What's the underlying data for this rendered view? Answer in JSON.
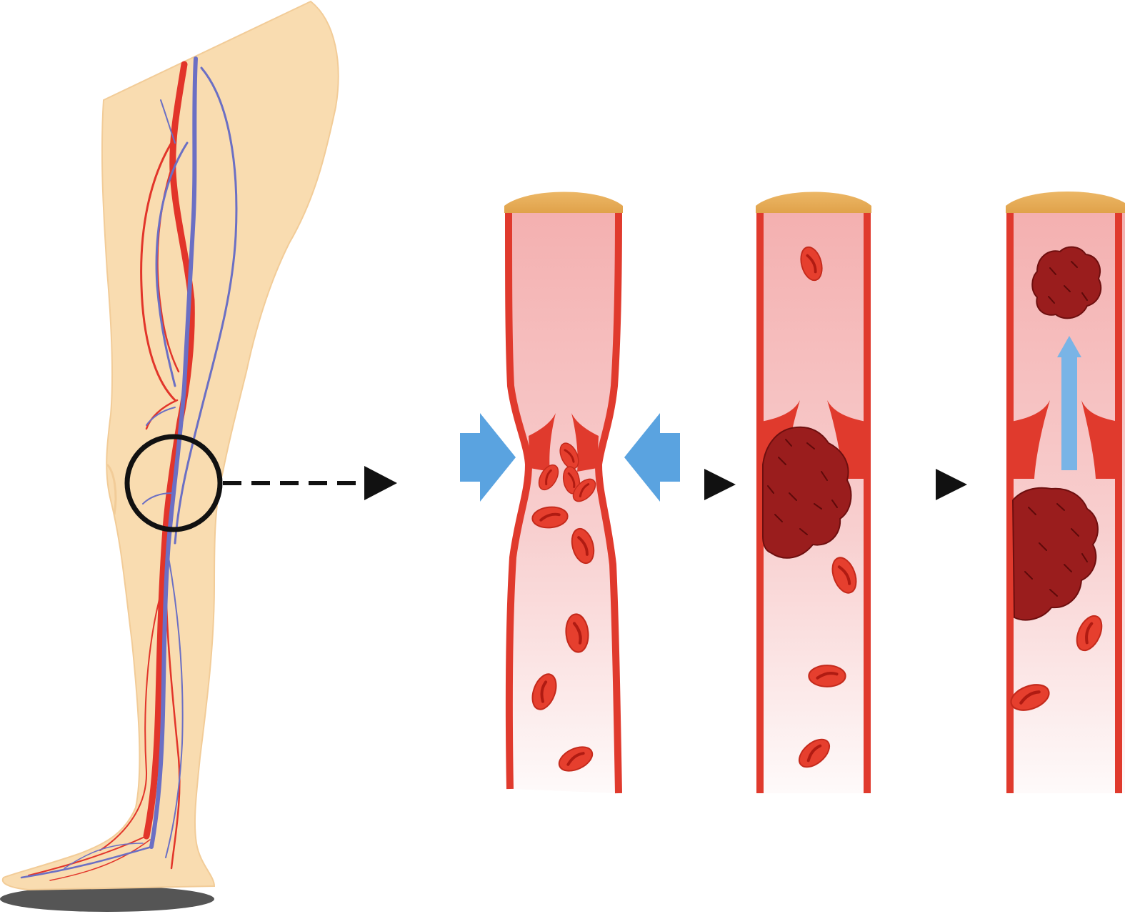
{
  "colors": {
    "background": "#ffffff",
    "skin": "#f9dcb0",
    "skin_outline": "#f3cf9f",
    "artery": "#e2352a",
    "vein": "#6b6fc4",
    "sole": "#555555",
    "vessel_wall": "#e03a2d",
    "vessel_inner_top": "#f4b3b3",
    "vessel_inner_bottom": "#fdf4f4",
    "vessel_cap": "#e8b35a",
    "rbc_fill": "#e8402f",
    "rbc_dark": "#b81e14",
    "clot": "#9a1d1d",
    "clot_dark": "#6e0f0f",
    "compression_arrow": "#5aa3e0",
    "flow_arrow": "#79b4e6",
    "pointer": "#1a1a1a",
    "magnifier_ring": "#111111"
  },
  "icons": [
    "leg-illustration",
    "magnifier-circle",
    "dashed-pointer-arrow",
    "compression-arrow",
    "step-arrow",
    "blood-clot",
    "red-blood-cell",
    "embolus-flow-arrow"
  ],
  "stages": [
    "vein-compression",
    "clot-formation",
    "clot-embolization"
  ]
}
